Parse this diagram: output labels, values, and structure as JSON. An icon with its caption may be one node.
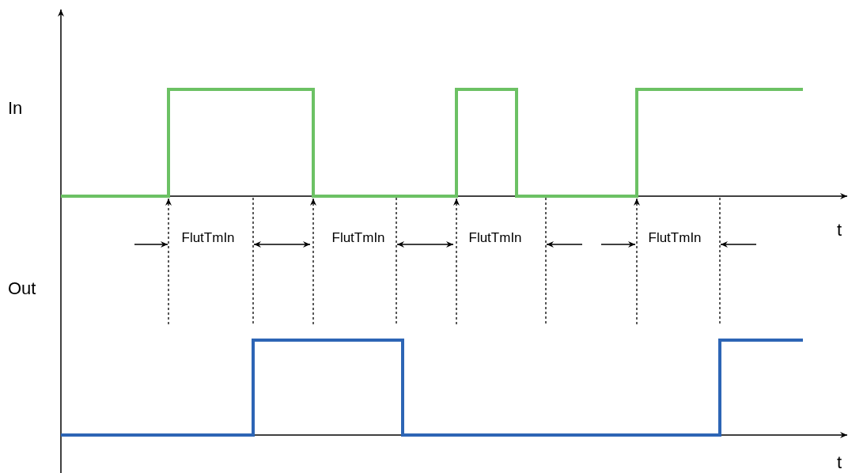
{
  "diagram": {
    "labels": [
      "In",
      "t",
      "FlutTmIn",
      "FlutTmIn",
      "FlutTmIn",
      "FlutTmIn",
      "Out",
      "t"
    ]
  }
}
